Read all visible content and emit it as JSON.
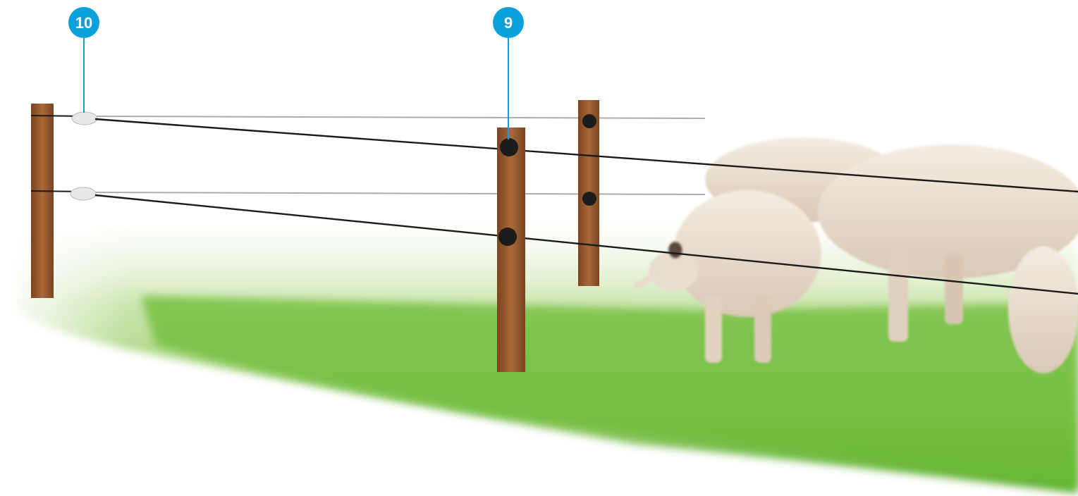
{
  "callouts": [
    {
      "number": "10",
      "target": "end-insulator"
    },
    {
      "number": "9",
      "target": "line-insulator"
    }
  ],
  "colors": {
    "callout_fill": "#0aa0dc",
    "callout_text": "#ffffff",
    "grass": "#6fbf3a",
    "post": "#9a5a2e",
    "wire": "#1a1a1a",
    "insulator_black": "#1c1c1c",
    "insulator_white": "#e8e8e8",
    "cattle": "#efe4d6"
  },
  "icons": {
    "callout": "numbered-callout-badge",
    "post": "wooden-fence-post",
    "insulator": "fence-insulator",
    "animal": "cattle"
  }
}
